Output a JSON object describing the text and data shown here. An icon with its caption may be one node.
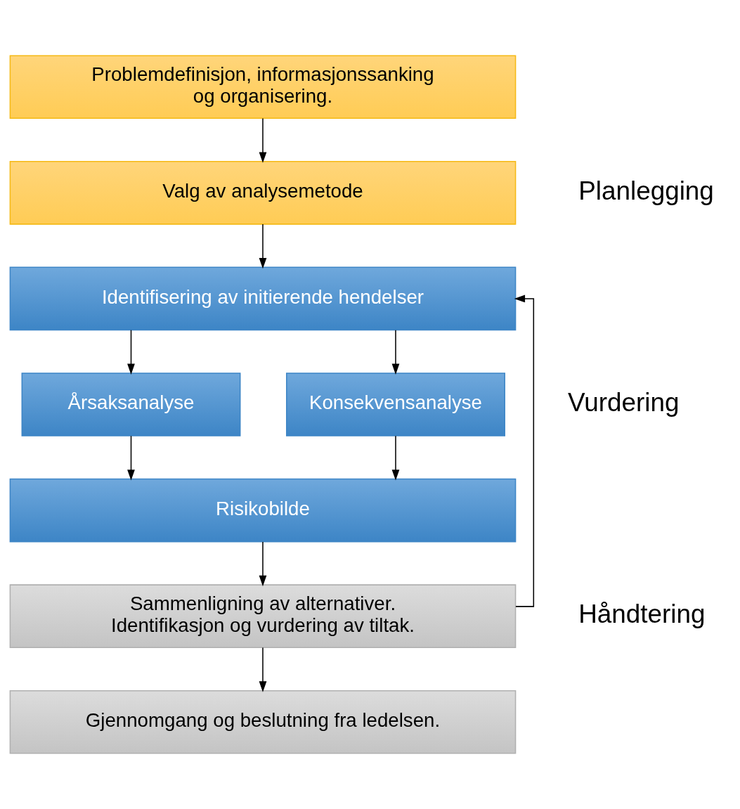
{
  "diagram": {
    "nodes": [
      {
        "text": [
          "Problemdefinisjon, informasjonssanking og organisering."
        ]
      },
      {
        "text": [
          "Valg av analysemetode"
        ]
      },
      {
        "text": [
          "Identifisering av initierende hendelser"
        ]
      },
      {
        "text": [
          "Årsaksanalyse"
        ]
      },
      {
        "text": [
          "Konsekvensanalyse"
        ]
      },
      {
        "text": [
          "Risikobilde"
        ]
      },
      {
        "text": [
          "Sammenligning av alternativer. Identifikasjon og vurdering av tiltak."
        ]
      },
      {
        "text": [
          "Gjennomgang og beslutning fra ledelsen."
        ]
      }
    ],
    "edges": [
      {
        "from": 0,
        "to": 1,
        "arrow": "to"
      },
      {
        "from": 1,
        "to": 2,
        "arrow": "to"
      },
      {
        "from": 2,
        "to": 3,
        "arrow": "to"
      },
      {
        "from": 2,
        "to": 4,
        "arrow": "to"
      },
      {
        "from": 3,
        "to": 5,
        "arrow": "to"
      },
      {
        "from": 4,
        "to": 5,
        "arrow": "to"
      },
      {
        "from": 5,
        "to": 6,
        "arrow": "to"
      },
      {
        "from": 6,
        "to": 2,
        "arrow": "to"
      },
      {
        "from": 6,
        "to": 7,
        "arrow": "to"
      }
    ],
    "labels": [
      "Planlegging",
      "Vurdering",
      "Håndtering"
    ]
  }
}
